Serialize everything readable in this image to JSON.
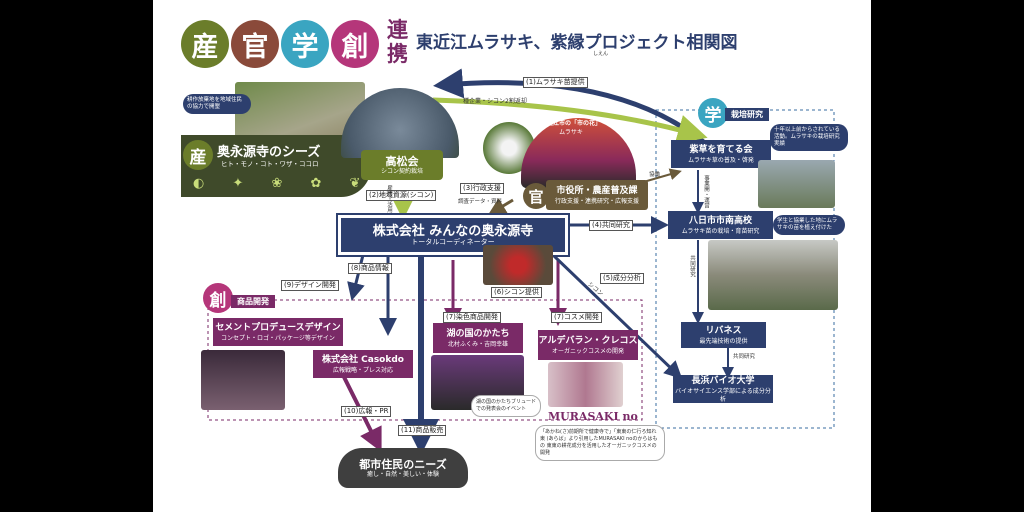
{
  "title": {
    "chars": [
      "産",
      "官",
      "学",
      "創"
    ],
    "renkei_top": "連",
    "renkei_bottom": "携",
    "main": "東近江ムラサキ、紫縁プロジェクト相関図",
    "ruby": "しえん"
  },
  "colors": {
    "san": "#6b7d2a",
    "kan": "#8a4a3a",
    "gaku": "#3aa5c1",
    "sou": "#b5367a",
    "navy": "#2d3f6e",
    "purple": "#7a2a67",
    "green": "#a8c44a"
  },
  "san": {
    "badge": "産",
    "title": "奥永源寺のシーズ",
    "sub": "ヒト・モノ・コト・ワザ・ココロ",
    "bubble": "耕作放棄地を地域住民の協力で開墾"
  },
  "takamatsu": {
    "title": "高松会",
    "sub": "シコン契約栽培"
  },
  "city": {
    "circle_label": "東近江市の「市の花」",
    "circle_sub": "ムラサキ"
  },
  "kan": {
    "badge": "官",
    "title": "市役所・農産普及課",
    "sub": "行政支援・連携研究・広報支援"
  },
  "gaku": {
    "badge": "学",
    "label": "栽培研究",
    "shisou": {
      "title": "紫草を育てる会",
      "sub": "ムラサキ草の普及・啓発"
    },
    "shisou_bubble": "十年以上前からされている活動。ムラサキの栽培研究実績",
    "yokaichi": {
      "title": "八日市市南高校",
      "sub": "ムラサキ苗の栽培・育苗研究"
    },
    "yokaichi_bubble": "学生と協業した地にムラサキの苗を植え付けた",
    "ribaness": {
      "title": "リバネス",
      "sub": "最先端技術の提供"
    },
    "nagahama": {
      "title": "長浜バイオ大学",
      "sub": "バイオサイエンス学部による成分分析"
    }
  },
  "central": {
    "title": "株式会社 みんなの奥永源寺",
    "sub": "トータルコーディネーター"
  },
  "sou": {
    "badge": "創",
    "label": "商品開発",
    "cement": {
      "title": "セメントプロデュースデザイン",
      "sub": "コンセプト・ロゴ・パッケージ等デザイン"
    },
    "casokdo": {
      "title": "株式会社 Casokdo",
      "sub": "広報戦略・プレス対応"
    },
    "mizuumi": {
      "title": "湖の国のかたち",
      "sub": "北村ふくみ・吉岡幸雄"
    },
    "mizuumi_caption": "湖の国のかたちブリュードでの発表会のイベント",
    "aldebaran": {
      "title": "アルデバラン・クレコス",
      "sub": "オーガニックコスメの開発"
    },
    "murasaki_logo": "MURASAKI no",
    "aldebaran_note": "「あかね(さ)前期所で健康寺で」「東東の仁行ろ知れ東 (あらば」より引用したMURASAKI noのからはもの 東東の耕花成分を活用したオーガニックコスメの開発"
  },
  "needs": {
    "title": "都市住民のニーズ",
    "sub": "癒し・自然・美しい・体験"
  },
  "arrows": {
    "a1": "(1)ムラサキ苗提供",
    "a1b": "種企業・シコン2割返却",
    "a2": "(2)地域資源(シコン)",
    "a3": "(3)行政支援",
    "a3b": "調査データ・資料",
    "a4": "(4)共同研究",
    "a5": "(5)成分分析",
    "a6": "(6)シコン提供",
    "a7a": "(7)染色商品開発",
    "a7b": "(7)コスメ開発",
    "a8": "(8)商品情報",
    "a9": "(9)デザイン開発",
    "a10": "(10)広報・PR",
    "a11": "(11)商品販売",
    "side_kanri": "雇用・活用",
    "side_kyouryoku": "協働",
    "side_jigyou": "事業開・運営",
    "side_kyoudou": "共同研究",
    "side_kyoudou2": "共同研究",
    "shikon": "シコン"
  }
}
